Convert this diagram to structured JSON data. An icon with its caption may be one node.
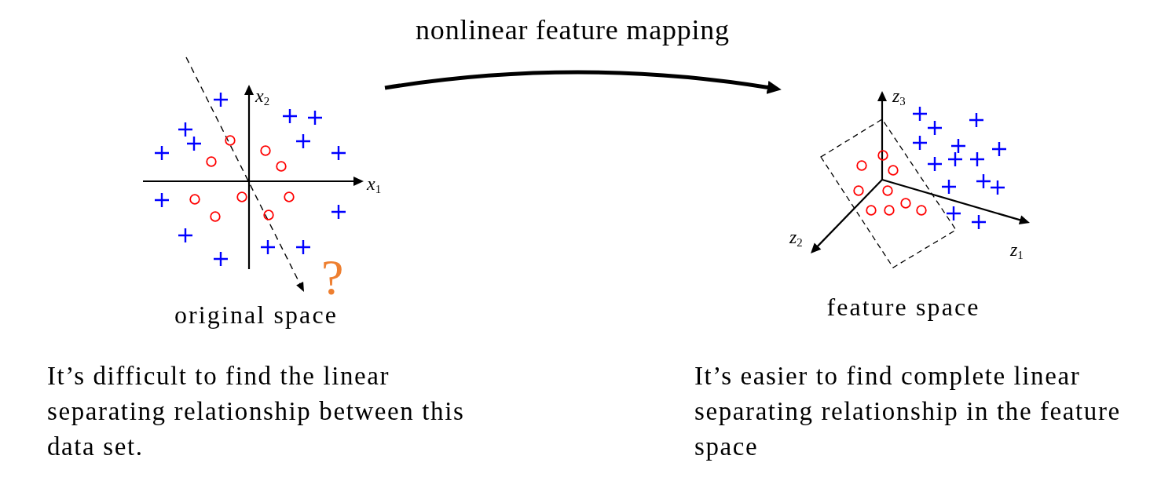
{
  "diagram": {
    "nodes": [
      {
        "text": [],
        "shape": "picture",
        "beside": [
          "original space"
        ]
      },
      {
        "text": [],
        "shape": "picture",
        "beside": [
          "feature space"
        ]
      }
    ],
    "edges": [
      {
        "from": 0,
        "to": 1,
        "arrow": "to",
        "label": "nonlinear feature mapping"
      }
    ],
    "labels": [
      "*x*$_{2}$",
      "*x*$_{1}$",
      "?",
      "*z*$_{3}$",
      "*z*$_{2}$",
      "*z*$_{1}$",
      "It’s difficult to find the linear separating relationship between this data set.",
      "It’s easier to find complete linear separating relationship in the feature space"
    ]
  }
}
